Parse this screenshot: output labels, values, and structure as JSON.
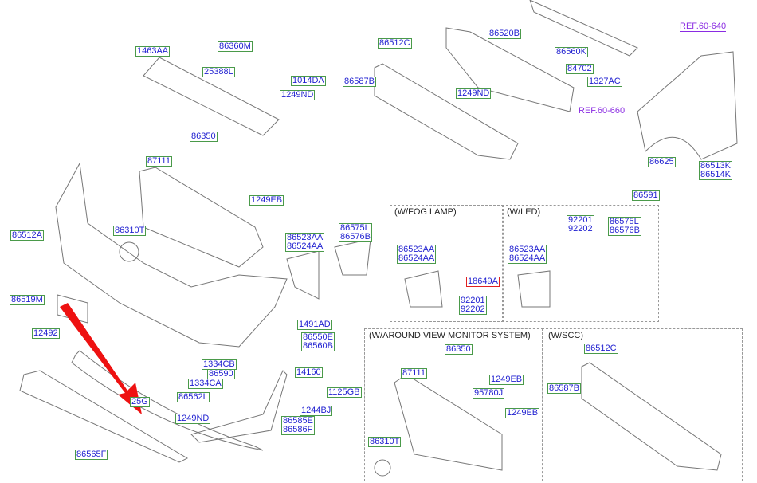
{
  "labels": {
    "l1463AA": "1463AA",
    "l86360M": "86360M",
    "l25388L": "25388L",
    "l1014DA": "1014DA",
    "l1249ND_a": "1249ND",
    "l86350": "86350",
    "l87111": "87111",
    "l1249EB": "1249EB",
    "l86512A": "86512A",
    "l86310T": "86310T",
    "l86523AA": "86523AA",
    "l86524AA": "86524AA",
    "l86575L": "86575L",
    "l86576B": "86576B",
    "l86519M": "86519M",
    "l12492": "12492",
    "l1491AD": "1491AD",
    "l86550E": "86550E",
    "l86560B": "86560B",
    "l1334CB": "1334CB",
    "l86590": "86590",
    "l1334CA": "1334CA",
    "l14160": "14160",
    "l86562L": "86562L",
    "l1125GB": "1125GB",
    "l25G": "25G",
    "l1249ND_b": "1249ND",
    "l1244BJ": "1244BJ",
    "l86585E": "86585E",
    "l86586F": "86586F",
    "l86565F": "86565F",
    "l86512C": "86512C",
    "l86520B": "86520B",
    "l86560K": "86560K",
    "l86587B": "86587B",
    "l84702": "84702",
    "l1327AC": "1327AC",
    "l1249ND_c": "1249ND",
    "l86625": "86625",
    "l86513K": "86513K",
    "l86514K": "86514K",
    "l86591": "86591"
  },
  "refs": {
    "r640": "REF.60-640",
    "r660": "REF.60-660"
  },
  "fog": {
    "title": "(W/FOG LAMP)",
    "a": "86523AA",
    "b": "86524AA",
    "c": "18649A",
    "d": "92201",
    "e": "92202"
  },
  "led": {
    "title": "(W/LED)",
    "a": "92201",
    "b": "92202",
    "c": "86575L",
    "d": "86576B",
    "e": "86523AA",
    "f": "86524AA"
  },
  "avm": {
    "title": "(W/AROUND VIEW MONITOR SYSTEM)",
    "a": "86350",
    "b": "87111",
    "c": "1249EB",
    "d": "95780J",
    "e": "1249EB",
    "f": "86310T"
  },
  "scc": {
    "title": "(W/SCC)",
    "a": "86512C",
    "b": "86587B"
  },
  "colors": {
    "label_text": "#1f1fd0",
    "label_border": "#4a9a4a",
    "highlight": "#e02020",
    "ref": "#8a2be2",
    "arrow": "#ee1111"
  }
}
